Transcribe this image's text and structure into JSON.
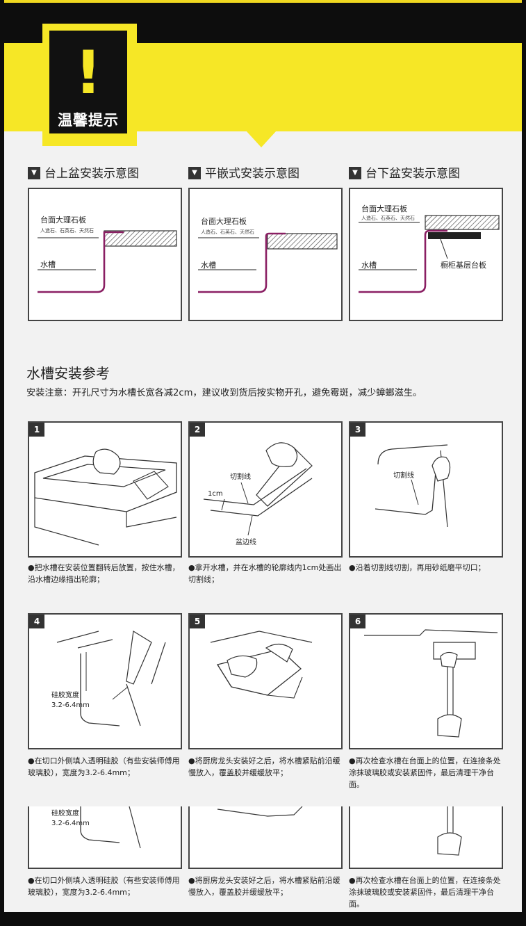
{
  "badge": {
    "mark": "!",
    "label": "温馨提示"
  },
  "diagrams": [
    {
      "title": "台上盆安装示意图",
      "marble_label": "台面大理石板",
      "marble_types": "人造石、石英石、天然石",
      "sink_label": "水槽"
    },
    {
      "title": "平嵌式安装示意图",
      "marble_label": "台面大理石板",
      "marble_types": "人造石、石英石、天然石",
      "sink_label": "水槽"
    },
    {
      "title": "台下盆安装示意图",
      "marble_label": "台面大理石板",
      "marble_types": "人造石、石英石、天然石",
      "sink_label": "水槽",
      "cabinet_label": "橱柜基层台板"
    }
  ],
  "section": {
    "title": "水槽安装参考",
    "note": "安装注意：开孔尺寸为水槽长宽各减2cm，建议收到货后按实物开孔，避免霉斑，减少蟑螂滋生。"
  },
  "steps": [
    {
      "num": "1",
      "caption": "●把水槽在安装位置翻转后放置，按住水槽，沿水槽边缘描出轮廓；"
    },
    {
      "num": "2",
      "caption": "●拿开水槽，并在水槽的轮廓线内1cm处画出切割线；",
      "cut_label": "切割线",
      "dist_label": "1cm",
      "edge_label": "盆边线"
    },
    {
      "num": "3",
      "caption": "●沿着切割线切割，再用砂纸磨平切口；",
      "cut_label": "切割线"
    },
    {
      "num": "4",
      "caption": "●在切口外侧填入透明硅胶（有些安装师傅用玻璃胶），宽度为3.2-6.4mm；",
      "glue_label": "硅胶宽度",
      "glue_value": "3.2-6.4mm"
    },
    {
      "num": "5",
      "caption": "●将厨房龙头安装好之后，将水槽紧贴前沿缓慢放入，覆盖胶并缓缓放平；"
    },
    {
      "num": "6",
      "caption": "●再次检查水槽在台面上的位置，在连接条处涂抹玻璃胶或安装紧固件，最后清理干净台面。"
    }
  ],
  "repeat": {
    "glue_label": "硅胶宽度",
    "glue_value": "3.2-6.4mm",
    "captions": [
      "●在切口外侧填入透明硅胶（有些安装师傅用玻璃胶），宽度为3.2-6.4mm；",
      "●将厨房龙头安装好之后，将水槽紧贴前沿缓慢放入，覆盖胶并缓缓放平；",
      "●再次检查水槽在台面上的位置，在连接条处涂抹玻璃胶或安装紧固件，最后清理干净台面。"
    ]
  },
  "colors": {
    "yellow": "#f6e726",
    "black": "#0d0d0d",
    "sink_line": "#8a1f63"
  }
}
